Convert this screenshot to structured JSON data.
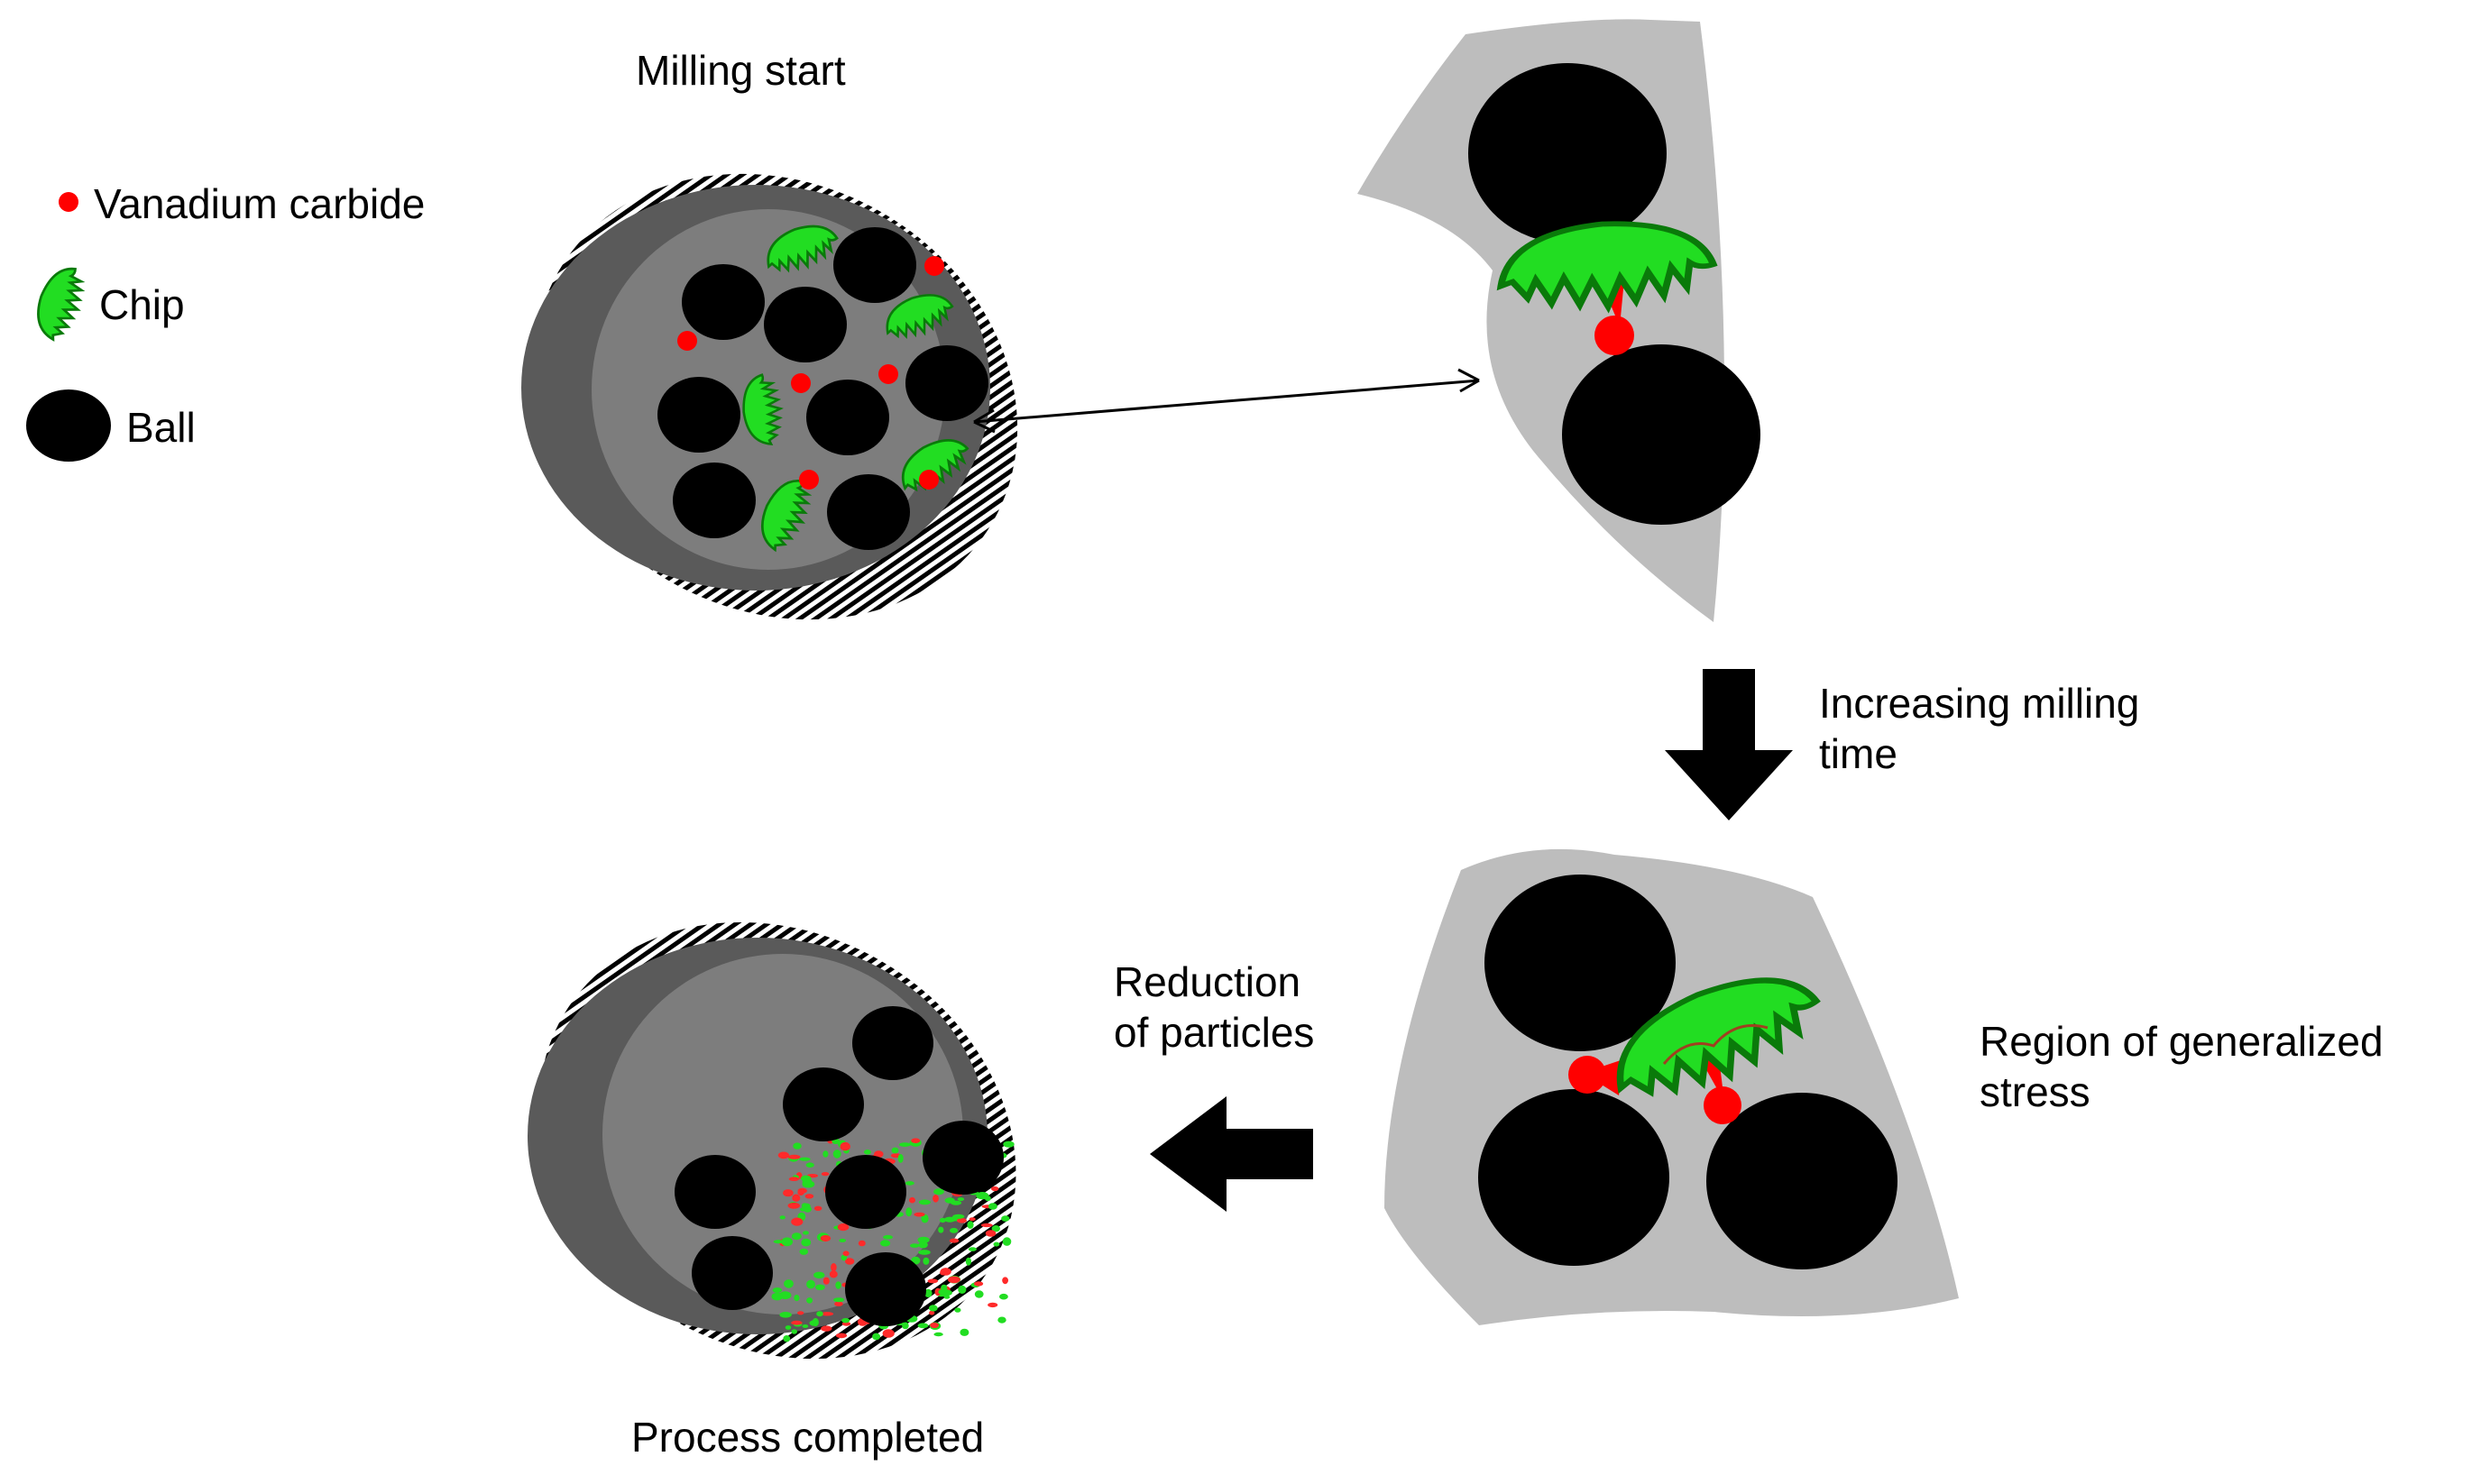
{
  "labels": {
    "milling_start": "Milling start",
    "process_completed": "Process completed",
    "increasing_milling_time": [
      "Increasing milling",
      "time"
    ],
    "reduction_of_particles": [
      "Reduction",
      "of particles"
    ],
    "region_of_generalized_stress": [
      "Region of generalized",
      "stress"
    ]
  },
  "legend": [
    {
      "label": "Vanadium carbide",
      "icon": "red-dot-icon"
    },
    {
      "label": "Chip",
      "icon": "chip-icon"
    },
    {
      "label": "Ball",
      "icon": "ball-icon"
    }
  ],
  "colors": {
    "ball": "#000000",
    "vanadium_carbide": "#ff0000",
    "chip": "#22dd22",
    "chip_outline": "#0a7a0a",
    "vial_inner": "#7d7d7d",
    "vial_outer": "#5a5a5a",
    "stress_region": "#bdbdbd",
    "arrow": "#000000"
  }
}
